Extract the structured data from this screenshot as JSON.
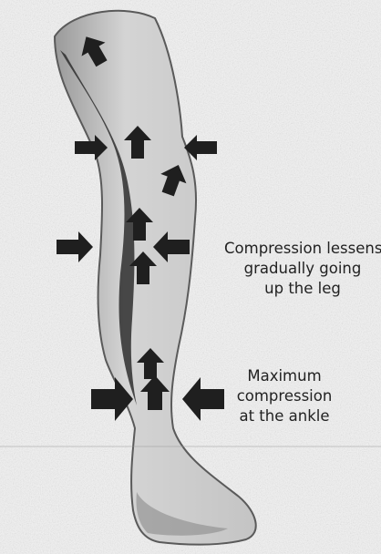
{
  "diagram": {
    "subject": "compression stocking pressure on the leg",
    "colors": {
      "background": "#f3f3f3",
      "leg_fill": "#cfcfcf",
      "leg_outline": "#5a5a5a",
      "shin_shadow": "#2e2e2e",
      "arrow": "#1f1f1f",
      "text": "#222222"
    },
    "icons": [
      "compression-arrow-icon",
      "upward-flow-arrow-icon"
    ],
    "labels": {
      "gradual": {
        "line1": "Compression lessens",
        "line2": "gradually going",
        "line3": "up the leg"
      },
      "ankle": {
        "line1": "Maximum",
        "line2": "compression",
        "line3": "at the ankle"
      }
    }
  }
}
